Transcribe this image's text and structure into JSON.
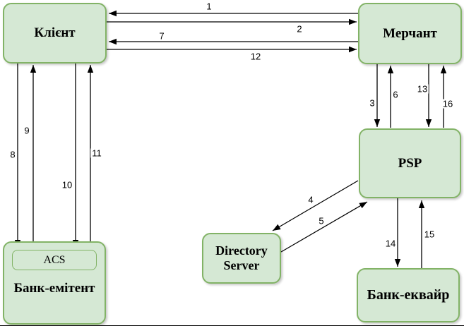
{
  "diagram": {
    "nodes": {
      "client": {
        "label": "Клієнт"
      },
      "merchant": {
        "label": "Мерчант"
      },
      "psp": {
        "label": "PSP"
      },
      "directory_server": {
        "label": "Directory Server"
      },
      "issuer_bank": {
        "label": "Банк-емітент"
      },
      "acs": {
        "label": "ACS"
      },
      "acquirer_bank": {
        "label": "Банк-еквайр"
      }
    },
    "arrows": [
      {
        "label": "1",
        "from": "merchant",
        "to": "client"
      },
      {
        "label": "2",
        "from": "client",
        "to": "merchant"
      },
      {
        "label": "3",
        "from": "merchant",
        "to": "psp"
      },
      {
        "label": "4",
        "from": "psp",
        "to": "directory_server"
      },
      {
        "label": "5",
        "from": "directory_server",
        "to": "psp"
      },
      {
        "label": "6",
        "from": "psp",
        "to": "merchant"
      },
      {
        "label": "7",
        "from": "merchant",
        "to": "client"
      },
      {
        "label": "8",
        "from": "client",
        "to": "acs"
      },
      {
        "label": "9",
        "from": "acs",
        "to": "client"
      },
      {
        "label": "10",
        "from": "client",
        "to": "acs"
      },
      {
        "label": "11",
        "from": "acs",
        "to": "client"
      },
      {
        "label": "12",
        "from": "client",
        "to": "merchant"
      },
      {
        "label": "13",
        "from": "merchant",
        "to": "psp"
      },
      {
        "label": "14",
        "from": "psp",
        "to": "acquirer_bank"
      },
      {
        "label": "15",
        "from": "acquirer_bank",
        "to": "psp"
      },
      {
        "label": "16",
        "from": "psp",
        "to": "merchant"
      }
    ],
    "colors": {
      "node_fill": "#d5e8d4",
      "node_border": "#82b366",
      "arrow": "#000000"
    }
  }
}
